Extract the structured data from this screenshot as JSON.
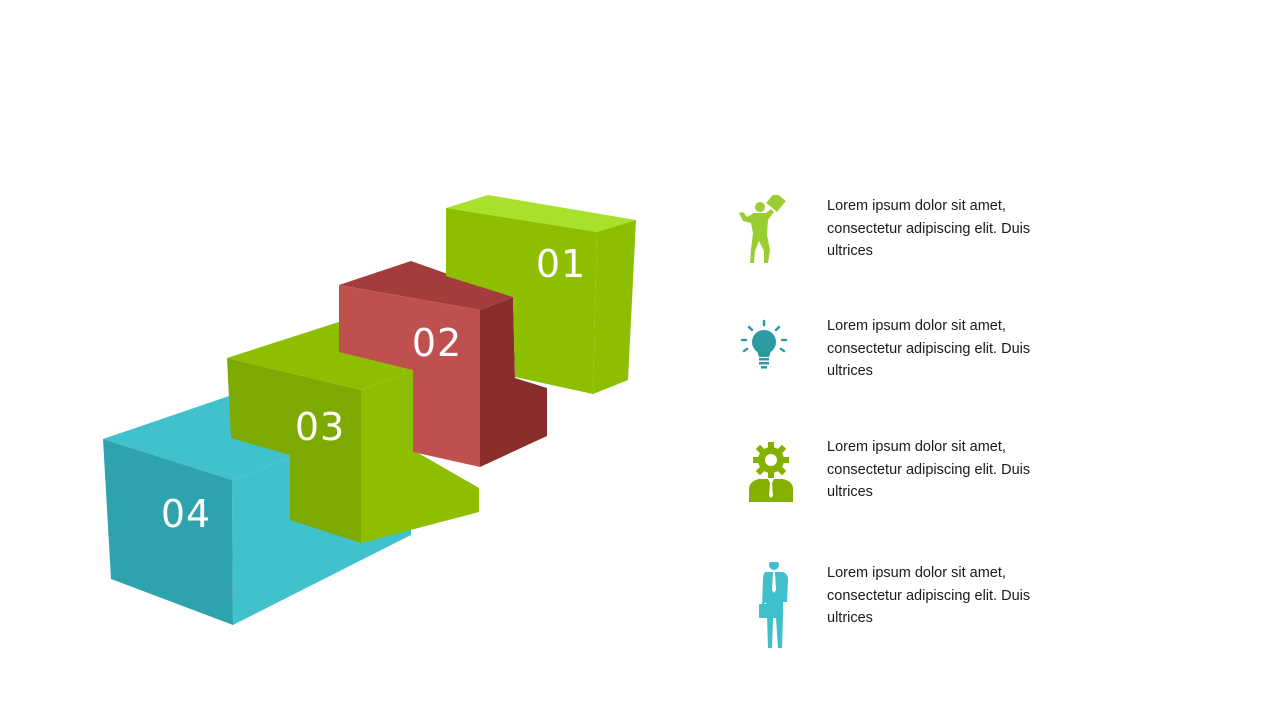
{
  "colors": {
    "green_front": "#8DBF00",
    "green_top": "#A9E02C",
    "green_side": "#7DAA00",
    "red_front": "#C0504D",
    "red_top": "#A33D3B",
    "red_side": "#8A2E2C",
    "teal_front": "#40C1CC",
    "teal_side": "#2EA3AD",
    "icon_green": "#9ACD32",
    "icon_teal": "#2B9AA3",
    "icon_gear": "#84B000",
    "icon_cyan": "#3FC0CB"
  },
  "steps": [
    {
      "number": "01",
      "color": "green"
    },
    {
      "number": "02",
      "color": "red"
    },
    {
      "number": "03",
      "color": "green"
    },
    {
      "number": "04",
      "color": "teal"
    }
  ],
  "items": [
    {
      "icon": "celebrating-person-icon",
      "text": "Lorem ipsum dolor sit amet, consectetur adipiscing elit. Duis ultrices"
    },
    {
      "icon": "lightbulb-icon",
      "text": "Lorem ipsum dolor sit amet, consectetur adipiscing elit. Duis ultrices"
    },
    {
      "icon": "gear-head-person-icon",
      "text": "Lorem ipsum dolor sit amet, consectetur adipiscing elit. Duis ultrices"
    },
    {
      "icon": "businessman-icon",
      "text": "Lorem ipsum dolor sit amet, consectetur adipiscing elit. Duis ultrices"
    }
  ]
}
